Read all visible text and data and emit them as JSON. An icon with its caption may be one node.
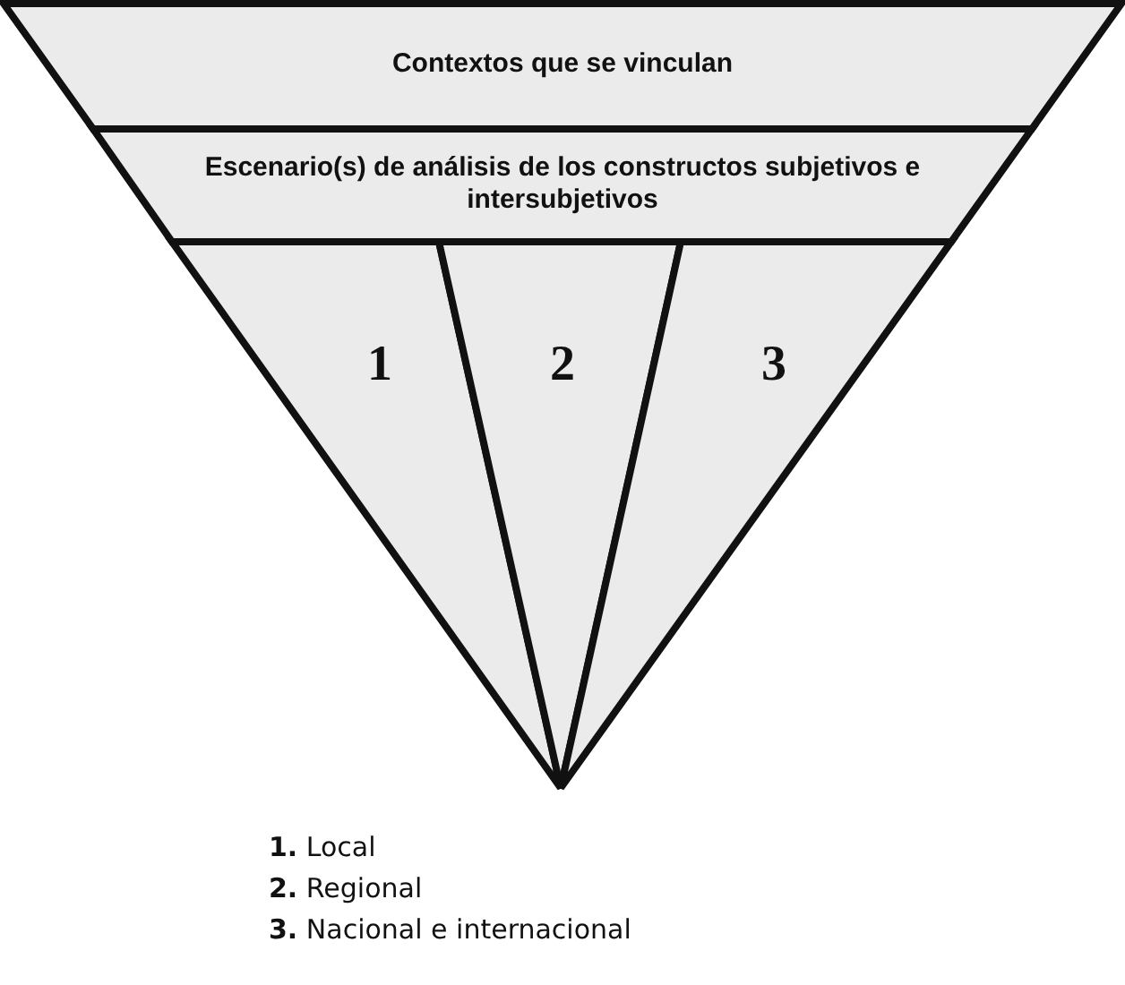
{
  "diagram": {
    "nodes": [
      {
        "text": [
          "Contextos que se vinculan"
        ]
      },
      {
        "text": [
          "Escenario(s) de análisis de los constructos subjetivos e intersubjetivos"
        ]
      },
      {
        "text": [
          "1"
        ]
      },
      {
        "text": [
          "2"
        ]
      },
      {
        "text": [
          "3"
        ]
      }
    ],
    "labels": [
      "**1.** Local",
      "**2.** Regional",
      "**3.** Nacional e internacional"
    ]
  }
}
